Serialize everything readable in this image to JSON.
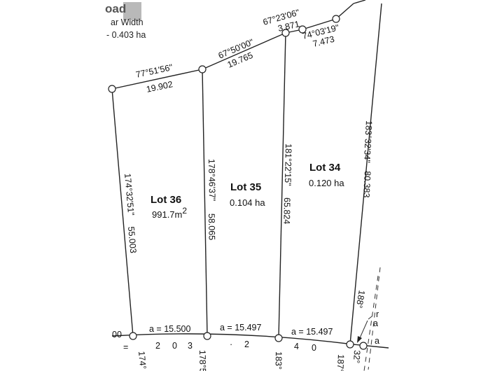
{
  "header": {
    "road_title": "oad",
    "width_note": "ar Width",
    "area_note": "- 0.403 ha"
  },
  "lots": [
    {
      "name": "Lot 36",
      "area": "991.7m",
      "area_sup": "2"
    },
    {
      "name": "Lot 35",
      "area": "0.104 ha"
    },
    {
      "name": "Lot 34",
      "area": "0.120 ha"
    }
  ],
  "top_boundary": {
    "seg1_bearing": "77°51'56\"",
    "seg1_dist": "19.902",
    "seg2_bearing": "67°50'00\"",
    "seg2_dist": "19.765",
    "seg3_bearing": "67°23'06\"",
    "seg3_dist": "3.871",
    "seg4_bearing": "74°03'19\"",
    "seg4_dist": "7.473"
  },
  "side_lines": {
    "west_bearing": "174°32'51\"",
    "west_dist": "55.003",
    "mid1_bearing": "178°46'37\"",
    "mid1_dist": "58.065",
    "mid2_bearing": "181°22'15\"",
    "mid2_dist": "65.824",
    "east_bearing": "183°32'34\"",
    "east_dist": "80.383"
  },
  "bottom_arcs": {
    "arc1": "a = 15.500",
    "arc2": "a = 15.497",
    "arc3": "a = 15.497",
    "left_edge": "00",
    "eq": "=",
    "b1": "2",
    "b2": "0",
    "b3": "3",
    "b4": "2",
    "b5": "4",
    "b6": "0",
    "dot": "·"
  },
  "bottom_bearings": {
    "w": "174°",
    "m1": "178°5",
    "m2": "183°",
    "e": "187°",
    "e2": "32°"
  },
  "east_extras": {
    "b188": "188°",
    "r": "r",
    "a1": "a",
    "a2": "a"
  }
}
